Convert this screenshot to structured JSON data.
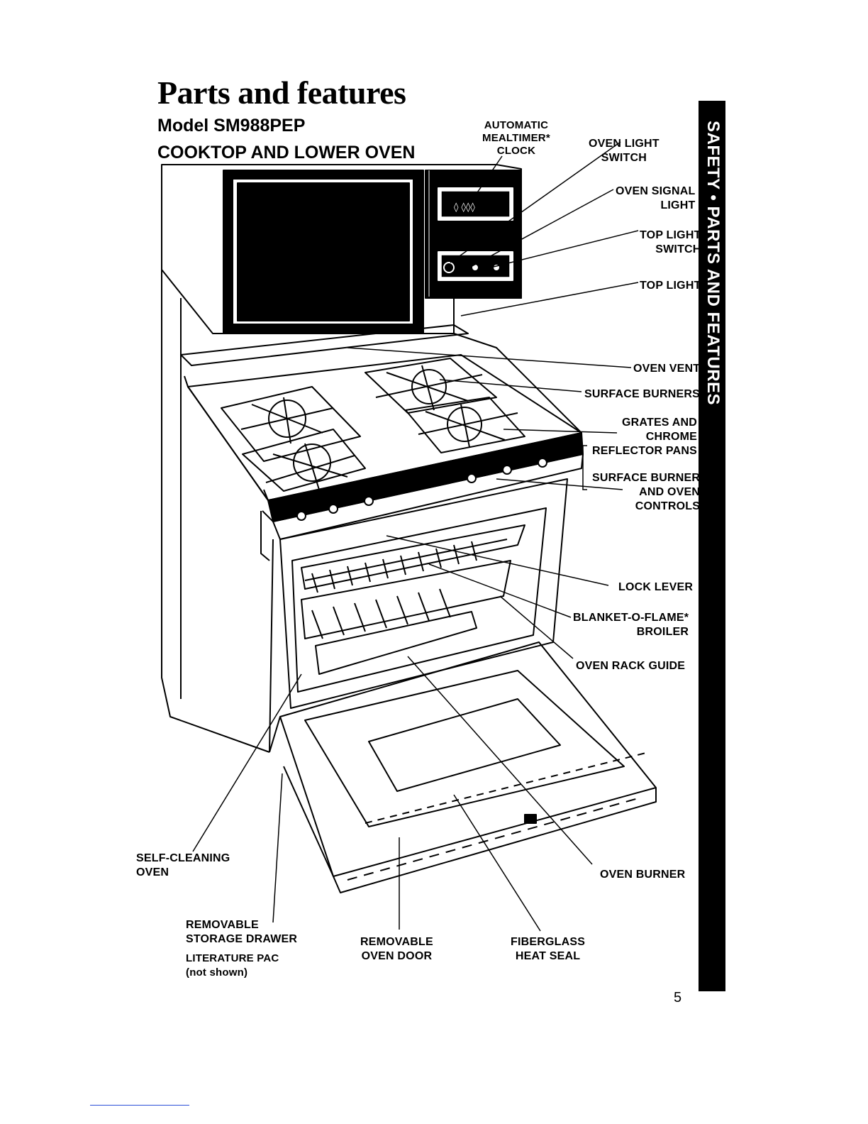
{
  "header": {
    "title": "Parts and features",
    "model": "Model SM988PEP",
    "section": "COOKTOP AND LOWER OVEN"
  },
  "side_tab": "SAFETY • PARTS AND FEATURES",
  "labels": {
    "mealtimer_clock": "AUTOMATIC\nMEALTIMER*\nCLOCK",
    "oven_light_switch": "OVEN LIGHT\nSWITCH",
    "oven_signal_light": "OVEN SIGNAL\nLIGHT",
    "top_light_switch": "TOP LIGHT\nSWITCH",
    "top_light": "TOP LIGHT",
    "oven_vent": "OVEN VENT",
    "surface_burners": "SURFACE BURNERS",
    "grates_reflector_pans": "GRATES AND\nCHROME\nREFLECTOR PANS",
    "burner_oven_controls": "SURFACE BURNER\nAND OVEN\nCONTROLS",
    "lock_lever": "LOCK LEVER",
    "broiler": "BLANKET-O-FLAME*\nBROILER",
    "oven_rack_guide": "OVEN RACK GUIDE",
    "self_cleaning_oven": "SELF-CLEANING\nOVEN",
    "oven_burner": "OVEN BURNER",
    "storage_drawer": "REMOVABLE\nSTORAGE DRAWER",
    "literature_pac": "LITERATURE PAC\n(not shown)",
    "oven_door": "REMOVABLE\nOVEN DOOR",
    "heat_seal": "FIBERGLASS\nHEAT SEAL"
  },
  "page_number": "5"
}
